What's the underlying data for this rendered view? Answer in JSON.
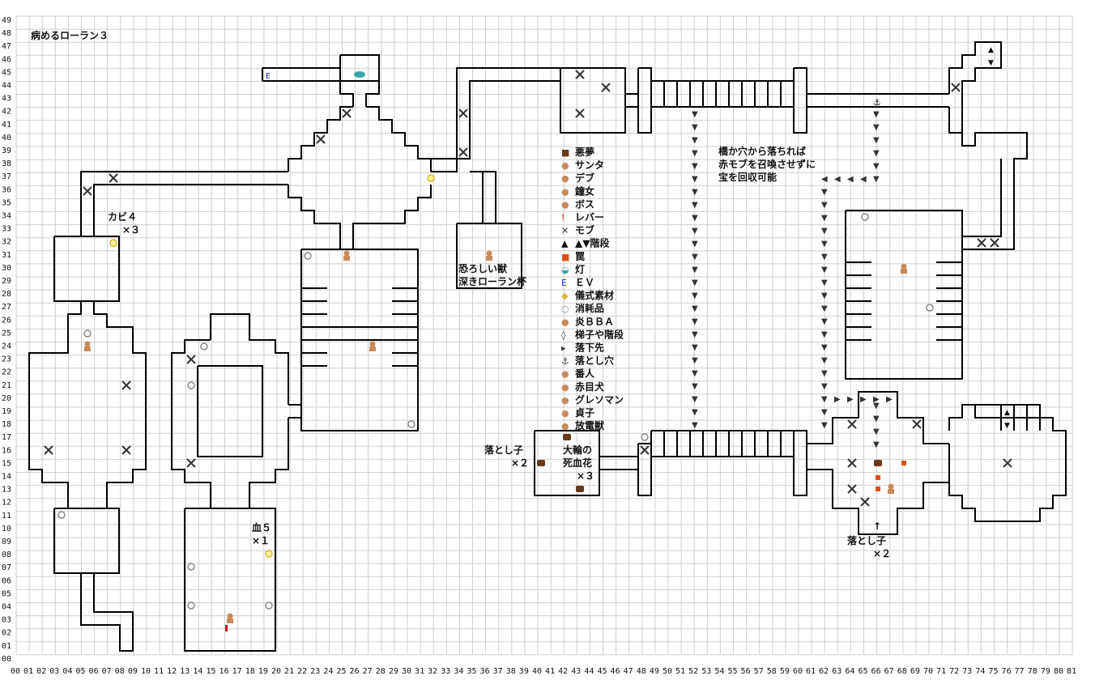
{
  "map": {
    "title": "病めるローラン３",
    "grid_x_labels": [
      "00",
      "01",
      "02",
      "03",
      "04",
      "05",
      "06",
      "07",
      "08",
      "09",
      "10",
      "11",
      "12",
      "13",
      "14",
      "15",
      "16",
      "17",
      "18",
      "19",
      "20",
      "21",
      "22",
      "23",
      "24",
      "25",
      "26",
      "27",
      "28",
      "29",
      "30",
      "31",
      "32",
      "33",
      "34",
      "35",
      "36",
      "37",
      "38",
      "39",
      "40",
      "41",
      "42",
      "43",
      "44",
      "45",
      "46",
      "47",
      "48",
      "49",
      "50",
      "51",
      "52",
      "53",
      "54",
      "55",
      "56",
      "57",
      "58",
      "59",
      "60",
      "61",
      "62",
      "63",
      "64",
      "65",
      "66",
      "67",
      "68",
      "69",
      "70",
      "71",
      "72",
      "73",
      "74",
      "75",
      "76",
      "77",
      "78",
      "79",
      "80",
      "81"
    ],
    "grid_y_labels": [
      "49",
      "48",
      "47",
      "46",
      "45",
      "44",
      "43",
      "42",
      "41",
      "40",
      "39",
      "38",
      "37",
      "36",
      "35",
      "34",
      "33",
      "32",
      "31",
      "30",
      "29",
      "28",
      "27",
      "26",
      "25",
      "24",
      "23",
      "22",
      "21",
      "20",
      "19",
      "18",
      "17",
      "16",
      "15",
      "14",
      "13",
      "12",
      "11",
      "10",
      "09",
      "08",
      "07",
      "06",
      "05",
      "04",
      "03",
      "02",
      "01",
      "00"
    ]
  },
  "legend": [
    {
      "icon": "chest",
      "label": "悪夢"
    },
    {
      "icon": "npc",
      "label": "サンタ"
    },
    {
      "icon": "npc",
      "label": "デブ"
    },
    {
      "icon": "npc",
      "label": "鐘女"
    },
    {
      "icon": "npc",
      "label": "ボス"
    },
    {
      "icon": "lever",
      "label": "レバー"
    },
    {
      "icon": "mob",
      "label": "モブ"
    },
    {
      "icon": "stairs",
      "label": "▲▼階段"
    },
    {
      "icon": "trap",
      "label": "罠"
    },
    {
      "icon": "lamp",
      "label": "灯"
    },
    {
      "icon": "ev",
      "label": "ＥＶ"
    },
    {
      "icon": "ritual",
      "label": "儀式素材"
    },
    {
      "icon": "consumable",
      "label": "消耗品"
    },
    {
      "icon": "npc",
      "label": "炎ＢＢＡ"
    },
    {
      "icon": "ladder",
      "label": "梯子や階段"
    },
    {
      "icon": "drop",
      "label": "落下先"
    },
    {
      "icon": "pit",
      "label": "落とし穴"
    },
    {
      "icon": "npc",
      "label": "番人"
    },
    {
      "icon": "npc",
      "label": "赤目犬"
    },
    {
      "icon": "npc",
      "label": "グレソマン"
    },
    {
      "icon": "npc",
      "label": "貞子"
    },
    {
      "icon": "npc",
      "label": "放電獣"
    }
  ],
  "notes": {
    "kabi": "カビ４",
    "kabi_count": "×３",
    "beast": "恐ろしい獣",
    "chalice": "深きローラン杯",
    "bridge_note_1": "橋か穴から落ちれば",
    "bridge_note_2": "赤モブを召喚させずに",
    "bridge_note_3": "宝を回収可能",
    "otoshigo": "落とし子",
    "otoshigo_count": "×２",
    "flower_1": "大輪の",
    "flower_2": "死血花",
    "flower_count": "×３",
    "blood": "血５",
    "blood_count": "×１",
    "otoshigo2": "落とし子",
    "otoshigo2_count": "×２",
    "arrow_up": "↑",
    "ev_letter": "E"
  },
  "colors": {
    "grid": "#cfcfcf",
    "wall": "#000000",
    "lamp": "#3aa6a6",
    "trap": "#e0501a",
    "ev": "#2233cc",
    "lever": "#cc1111",
    "ritual": "#d8b52a",
    "npc": "#c98a5a",
    "consumable": "#888888",
    "chest": "#6a3a1a"
  }
}
